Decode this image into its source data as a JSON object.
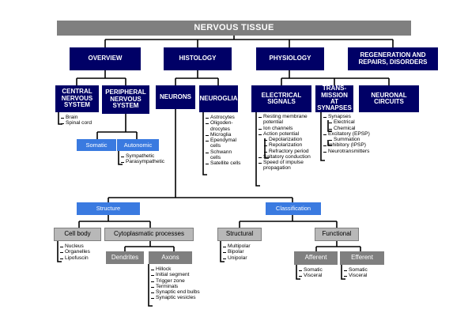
{
  "title": "NERVOUS TISSUE",
  "level1": {
    "overview": "OVERVIEW",
    "histology": "HISTOLOGY",
    "physiology": "PHYSIOLOGY",
    "regeneration": "REGENERATION AND REPAIRS, DISORDERS"
  },
  "level2": {
    "cns": "CENTRAL NERVOUS SYSTEM",
    "pns": "PERIPHERAL NERVOUS SYSTEM",
    "neurons": "NEURONS",
    "neuroglia": "NEUROGLIA",
    "electrical": "ELECTRICAL SIGNALS",
    "transmission": "TRANS- MISSION AT SYNAPSES",
    "circuits": "NEURONAL CIRCUITS"
  },
  "cns_items": [
    "Brain",
    "Spinal cord"
  ],
  "pns_sub": {
    "somatic": "Somatic",
    "autonomic": "Autonomic"
  },
  "autonomic_items": [
    "Sympathetic",
    "Parasympathetic"
  ],
  "neuroglia_items": [
    "Astrocytes",
    "Oligoden- drocytes",
    "Microglia",
    "Ependymal cells",
    "Schwann cells",
    "Satellite cells"
  ],
  "electrical_items": [
    {
      "text": "Resting membrane potential",
      "sub": false
    },
    {
      "text": "Ion channels",
      "sub": false
    },
    {
      "text": "Action potential",
      "sub": false
    },
    {
      "text": "Depolarization",
      "sub": true
    },
    {
      "text": "Repolarization",
      "sub": true
    },
    {
      "text": "Refractory period",
      "sub": true
    },
    {
      "text": "Saltatory conduction",
      "sub": false
    },
    {
      "text": "Speed of impulse propagation",
      "sub": false
    }
  ],
  "transmission_items": [
    {
      "text": "Synapses",
      "sub": false
    },
    {
      "text": "Electrical",
      "sub": true
    },
    {
      "text": "Chemical",
      "sub": true
    },
    {
      "text": "Excitatory (EPSP)",
      "sub": false
    },
    {
      "text": "Summation",
      "sub": true
    },
    {
      "text": "Inhibitory (IPSP)",
      "sub": false
    },
    {
      "text": "Neurotransmitters",
      "sub": false
    }
  ],
  "neuron_branches": {
    "structure": "Structure",
    "classification": "Classification"
  },
  "structure": {
    "cell_body": "Cell body",
    "cytoplasmic": "Cytoplasmatic processes",
    "dendrites": "Dendrites",
    "axons": "Axons"
  },
  "cell_body_items": [
    "Nucleus",
    "Organelles",
    "Lipofuscin"
  ],
  "axon_items": [
    "Hillock",
    "Initial segment",
    "Trigger zone",
    "Terminals",
    "Synaptic end bulbs",
    "Synaptic vesicles"
  ],
  "classification": {
    "structural": "Structural",
    "functional": "Functional",
    "afferent": "Afferent",
    "efferent": "Efferent"
  },
  "structural_items": [
    "Multipolar",
    "Bipolar",
    "Unipolar"
  ],
  "afferent_items": [
    "Somatic",
    "Visceral"
  ],
  "efferent_items": [
    "Somatic",
    "Visceral"
  ]
}
